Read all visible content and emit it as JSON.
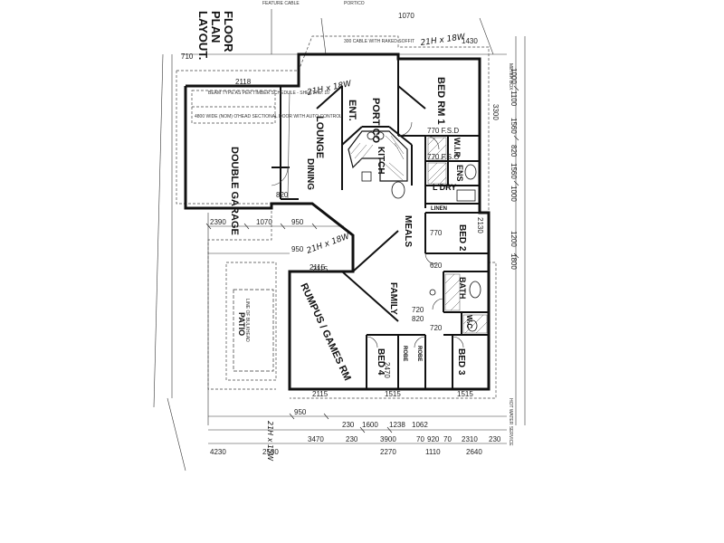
{
  "sheet": {
    "title_lines": [
      "FLOOR",
      "PLAN",
      "LAYOUT."
    ],
    "header_notes": [
      "FEATURE CABLE",
      "PORTICO"
    ],
    "handwritten": [
      "21H x 18W",
      "21H x 18W",
      "21H x 18W",
      "21H x 15W"
    ]
  },
  "rooms": [
    {
      "id": "portico",
      "label": "PORTICO"
    },
    {
      "id": "bed1",
      "label": "BED RM 1"
    },
    {
      "id": "lounge",
      "label": "LOUNGE"
    },
    {
      "id": "entry",
      "label": "ENT."
    },
    {
      "id": "kitchen",
      "label": "KITCH"
    },
    {
      "id": "wir",
      "label": "W.I.R"
    },
    {
      "id": "ens",
      "label": "ENS"
    },
    {
      "id": "dining",
      "label": "DINING"
    },
    {
      "id": "garage",
      "label": "DOUBLE GARAGE"
    },
    {
      "id": "ldry",
      "label": "L'DRY"
    },
    {
      "id": "linen",
      "label": "LINEN"
    },
    {
      "id": "meals",
      "label": "MEALS"
    },
    {
      "id": "bed2",
      "label": "BED 2"
    },
    {
      "id": "family",
      "label": "FAMILY"
    },
    {
      "id": "bath",
      "label": "BATH"
    },
    {
      "id": "wc",
      "label": "W.C"
    },
    {
      "id": "rumpus",
      "label": "RUMPUS / GAMES RM"
    },
    {
      "id": "patio",
      "label": "PATIO"
    },
    {
      "id": "bed4",
      "label": "BED 4"
    },
    {
      "id": "bed3",
      "label": "BED 3"
    },
    {
      "id": "robe1",
      "label": "ROBE"
    },
    {
      "id": "robe2",
      "label": "ROBE"
    }
  ],
  "dimensions": {
    "top": [
      "1070",
      "1430",
      "710",
      "2118"
    ],
    "left": [
      "2390",
      "1070",
      "950",
      "950",
      "2115"
    ],
    "bottom_row1": [
      "950",
      "2115",
      "1515",
      "1515"
    ],
    "bottom_row2": [
      "230",
      "1600",
      "1238",
      "1062"
    ],
    "bottom_row3": [
      "3470",
      "230",
      "3900",
      "70",
      "920",
      "70",
      "2310",
      "230"
    ],
    "bottom_row4": [
      "4230",
      "2530",
      "2270",
      "1110",
      "2640"
    ],
    "right": [
      "1000",
      "1100",
      "3300",
      "1560",
      "820",
      "1560",
      "1000",
      "1200",
      "1800"
    ],
    "interior": [
      "770 F.S.D",
      "770 F.S.O",
      "820",
      "820",
      "720",
      "720",
      "620",
      "770",
      "2130",
      "2470",
      "2115"
    ]
  },
  "notes": [
    "BEAM TYPE AS PER TIMBER SCHEDULE - SHEET No. 10",
    "4800 WIDE (NOM) O'HEAD SECTIONAL DOOR WITH AUTO CONTROL",
    "300 CABLE WITH RAKED SOFFIT",
    "LINE OF BULKHEAD",
    "METER BOX",
    "HOT WATER SERVICE"
  ],
  "colors": {
    "ink": "#111111",
    "hatch": "#555555",
    "paper": "#ffffff"
  }
}
